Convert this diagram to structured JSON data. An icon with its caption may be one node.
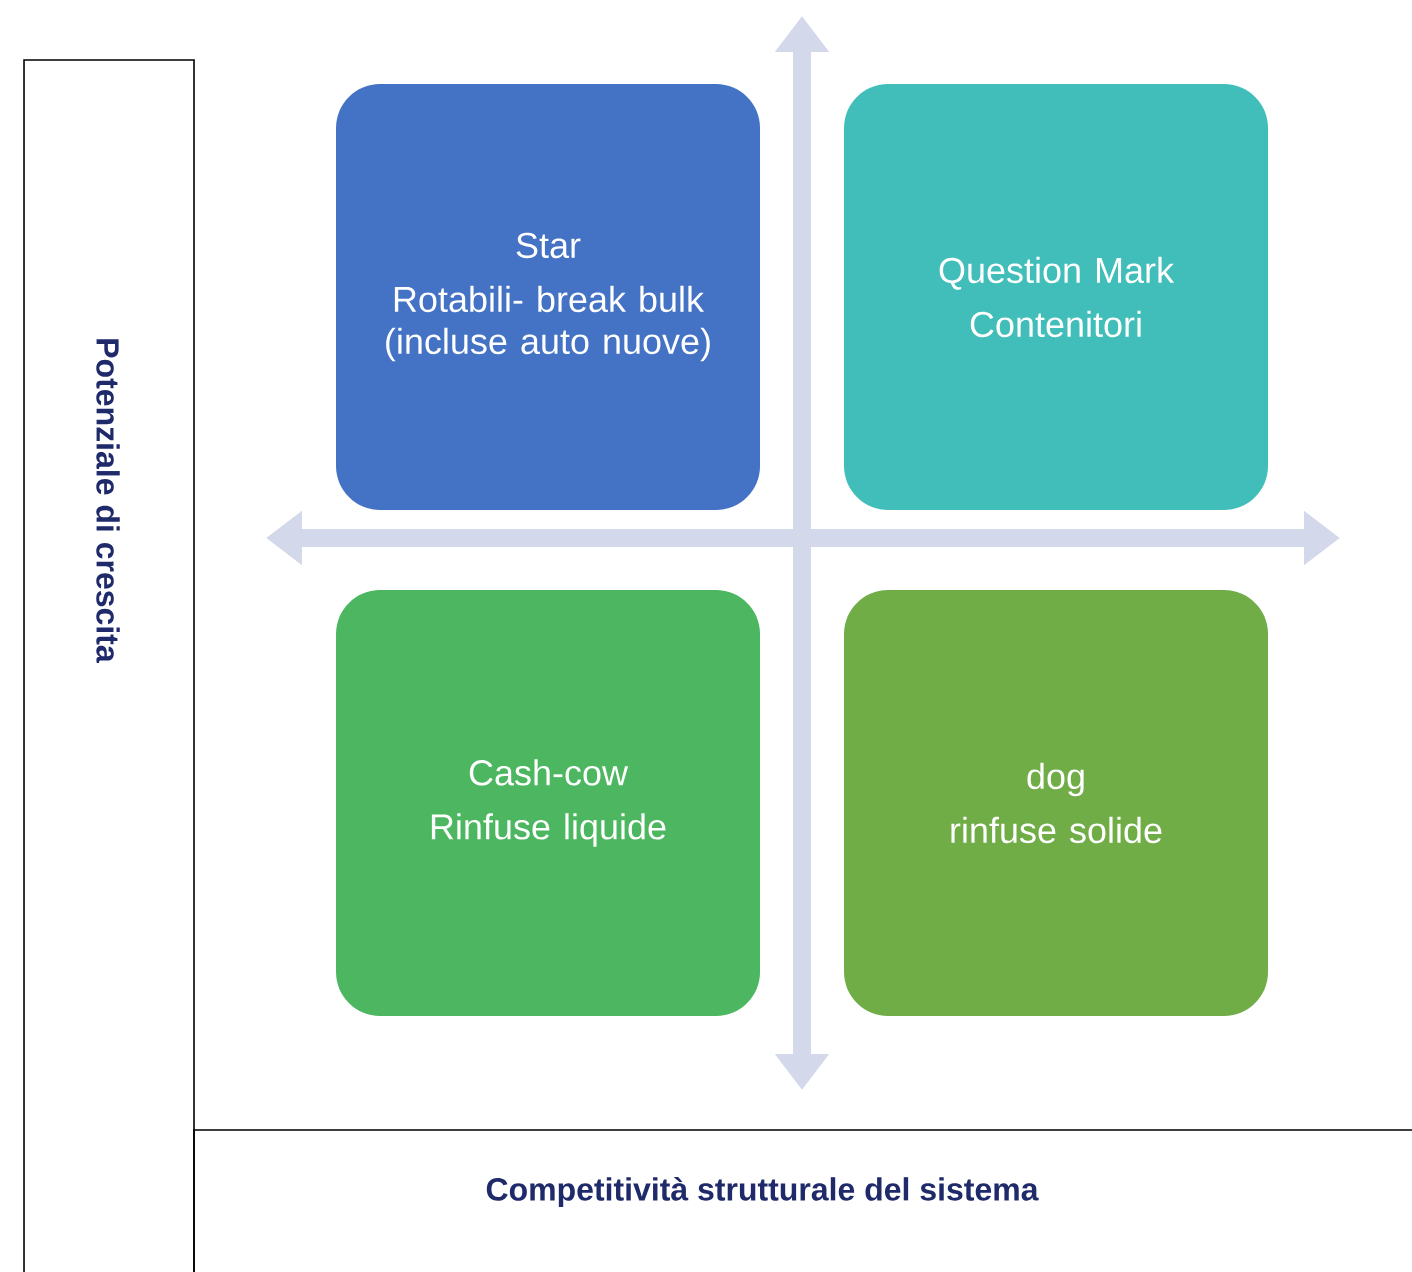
{
  "diagram": {
    "nodes": [
      {
        "text": [
          "Potenziale di crescita"
        ]
      },
      {
        "text": [
          "Star",
          "Rotabili- break bulk (incluse auto nuove)"
        ]
      },
      {
        "text": [
          "Question Mark",
          "Contenitori"
        ]
      },
      {
        "text": [
          "Cash-cow",
          "Rinfuse liquide"
        ]
      },
      {
        "text": [
          "dog",
          "rinfuse solide"
        ]
      },
      {
        "text": [
          "Competitività strutturale del sistema"
        ]
      }
    ]
  }
}
